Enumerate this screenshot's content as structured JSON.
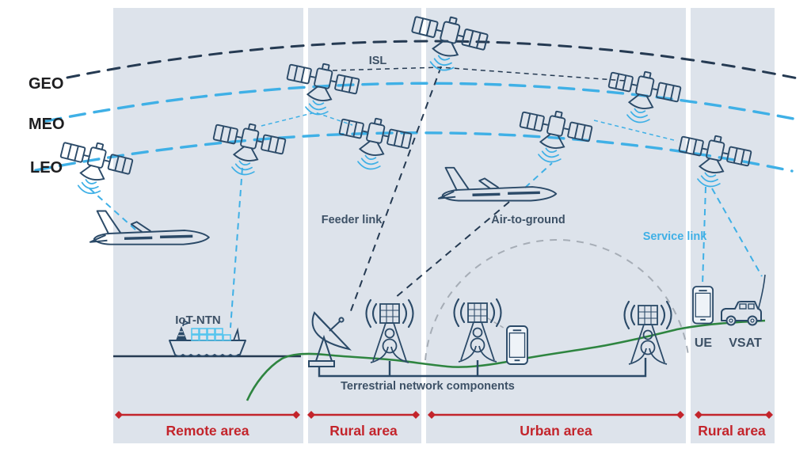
{
  "orbits": {
    "geo": "GEO",
    "meo": "MEO",
    "leo": "LEO"
  },
  "links": {
    "isl": "ISL",
    "feeder": "Feeder link",
    "air_to_ground": "Air-to-ground",
    "service": "Service link"
  },
  "nodes": {
    "iot_ntn": "IoT-NTN",
    "ue": "UE",
    "vsat": "VSAT",
    "terrestrial": "Terrestrial network components"
  },
  "areas": [
    {
      "label": "Remote area"
    },
    {
      "label": "Rural area"
    },
    {
      "label": "Urban area"
    },
    {
      "label": "Rural area"
    }
  ],
  "colors": {
    "panel": "#dde3eb",
    "navy": "#2b4a68",
    "dark": "#253a52",
    "blue": "#3fb0e6",
    "blue_light": "#56c5ee",
    "green": "#2e8540",
    "red": "#c3242b",
    "gray": "#a6adb6",
    "label": "#3d5166",
    "text_dark": "#1d1d1f"
  }
}
